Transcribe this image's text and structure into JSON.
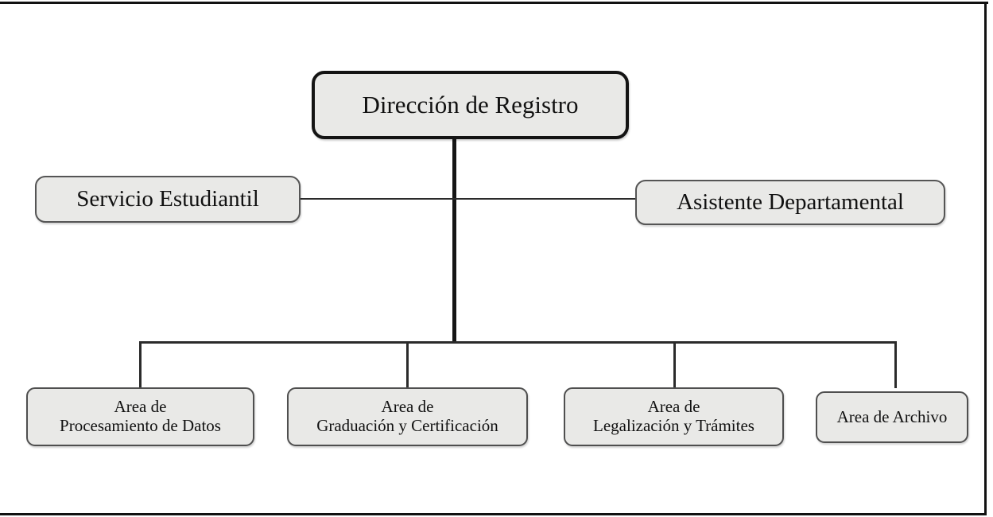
{
  "diagram": {
    "type": "organizational-chart",
    "title_node": "Direccion de Registro",
    "colors": {
      "node_fill": "#e9e9e7",
      "node_border": "#4a4a4a",
      "root_border": "#141414",
      "connector": "#2b2b2b",
      "frame": "#111111",
      "text": "#111111",
      "page_background": "#ffffff"
    }
  },
  "root": {
    "label": "Dirección de Registro"
  },
  "staff": [
    {
      "label": "Servicio Estudiantil",
      "side": "left"
    },
    {
      "label": "Asistente Departamental",
      "side": "right"
    }
  ],
  "units": [
    {
      "label": "Area de\nProcesamiento de Datos"
    },
    {
      "label": "Area de\nGraduación y Certificación"
    },
    {
      "label": "Area de\nLegalización y Trámites"
    },
    {
      "label": "Area de Archivo"
    }
  ]
}
